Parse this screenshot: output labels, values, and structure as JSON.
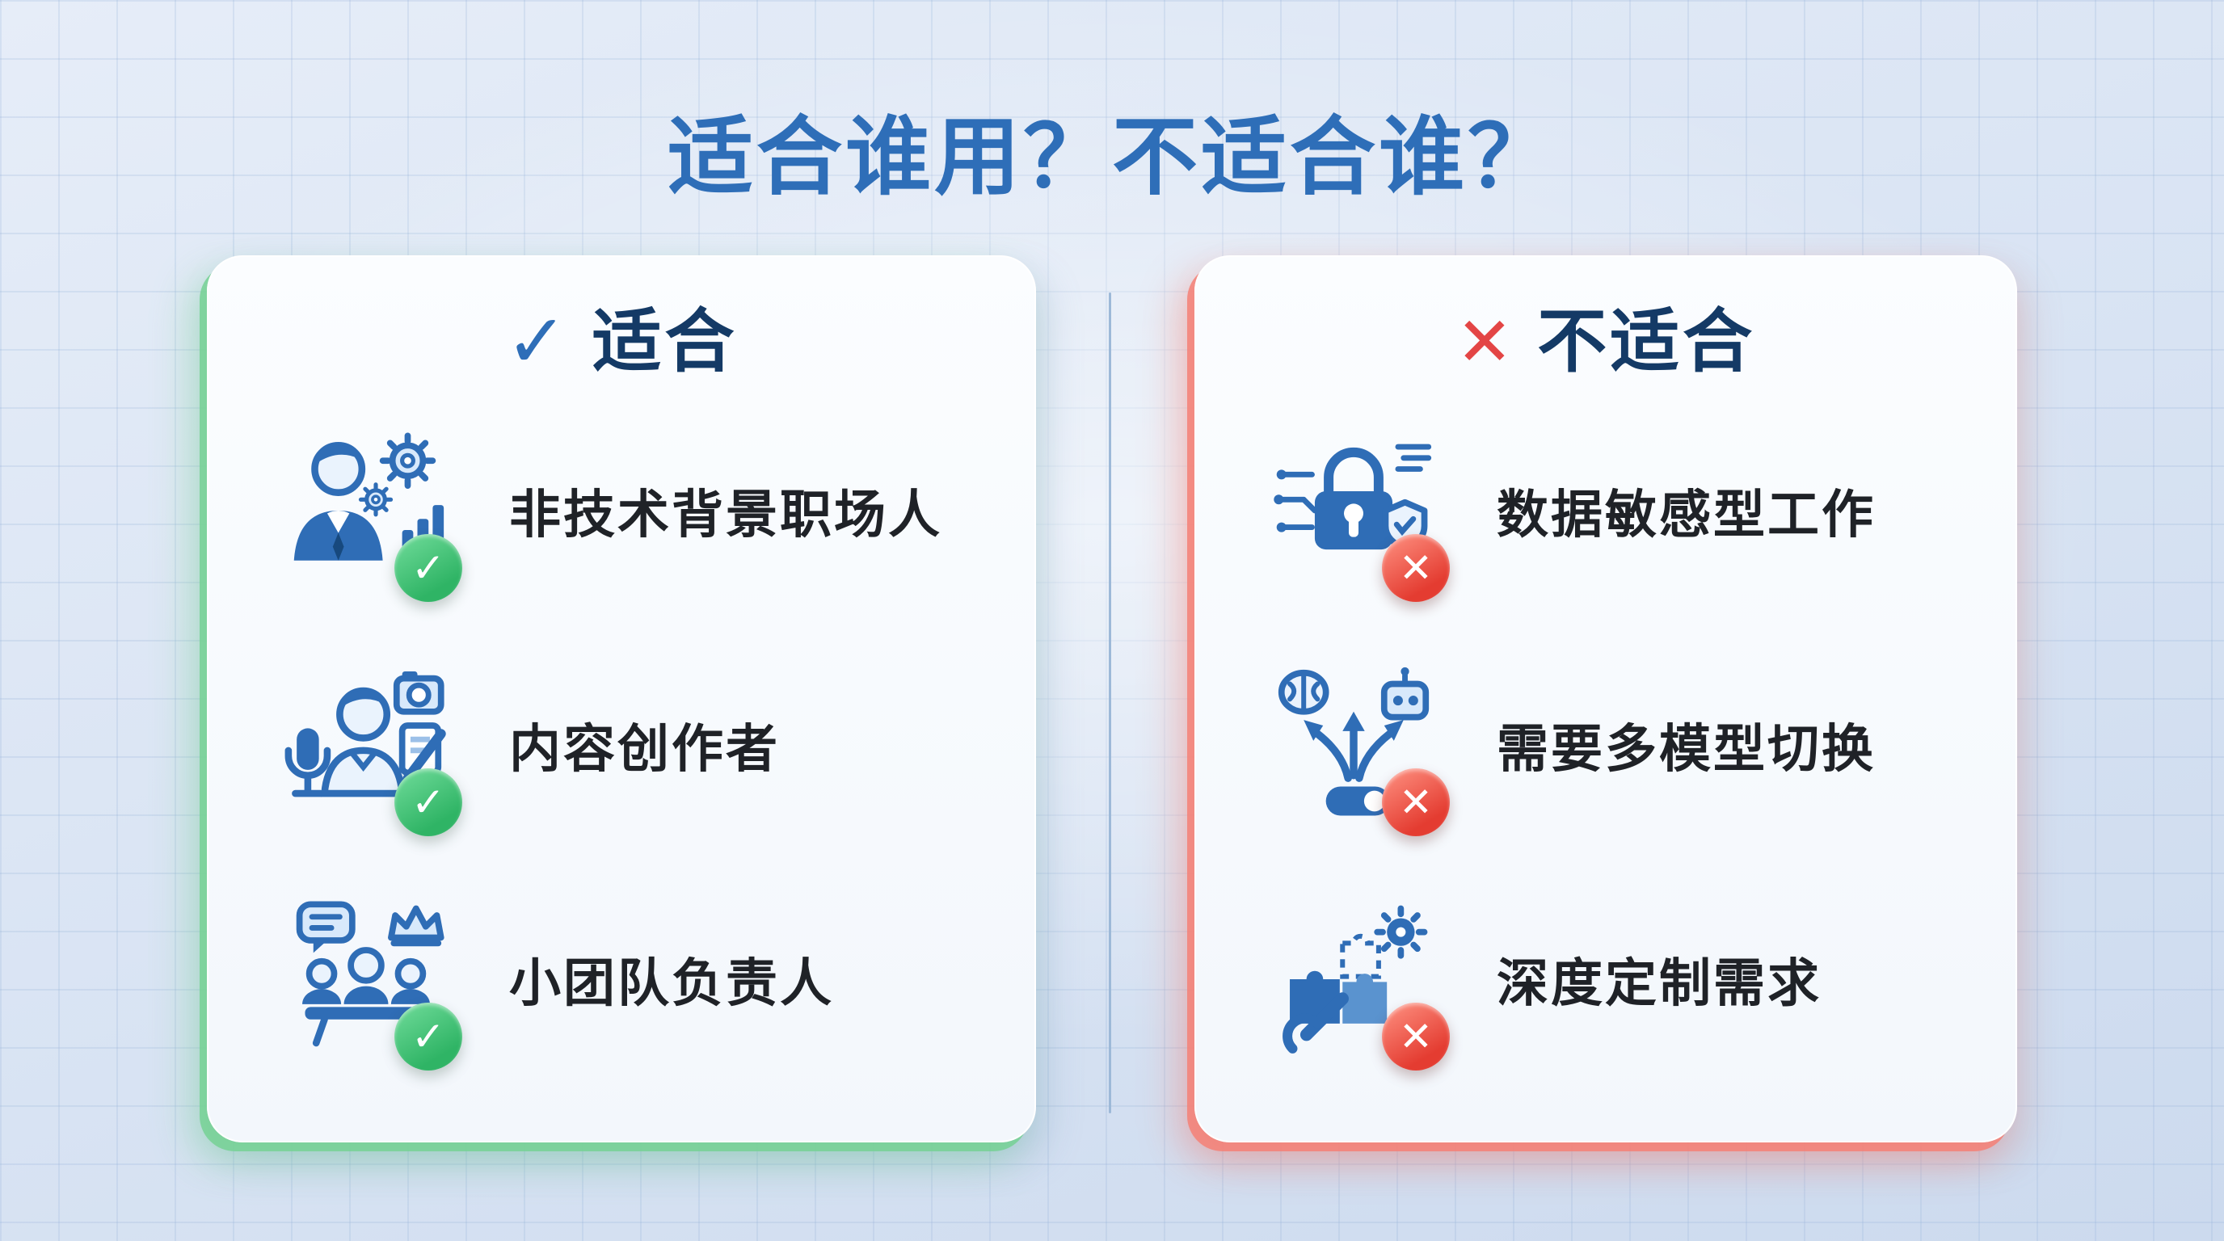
{
  "title": "适合谁用？不适合谁？",
  "badges": {
    "check": "✓",
    "cross": "✕"
  },
  "colors": {
    "accent_blue": "#2e6eb8",
    "suitable_green": "#2fb465",
    "unsuitable_red": "#e43c31",
    "header_navy": "#143a66",
    "icon_blue": "#2f6db6"
  },
  "left_card": {
    "header": {
      "mark": "✓",
      "label": "适合"
    },
    "items": [
      {
        "icon": "business-person-icon",
        "label": "非技术背景职场人"
      },
      {
        "icon": "content-creator-icon",
        "label": "内容创作者"
      },
      {
        "icon": "team-leader-icon",
        "label": "小团队负责人"
      }
    ]
  },
  "right_card": {
    "header": {
      "mark": "✕",
      "label": "不适合"
    },
    "items": [
      {
        "icon": "data-security-lock-icon",
        "label": "数据敏感型工作"
      },
      {
        "icon": "multi-model-switch-icon",
        "label": "需要多模型切换"
      },
      {
        "icon": "deep-customization-icon",
        "label": "深度定制需求"
      }
    ]
  }
}
